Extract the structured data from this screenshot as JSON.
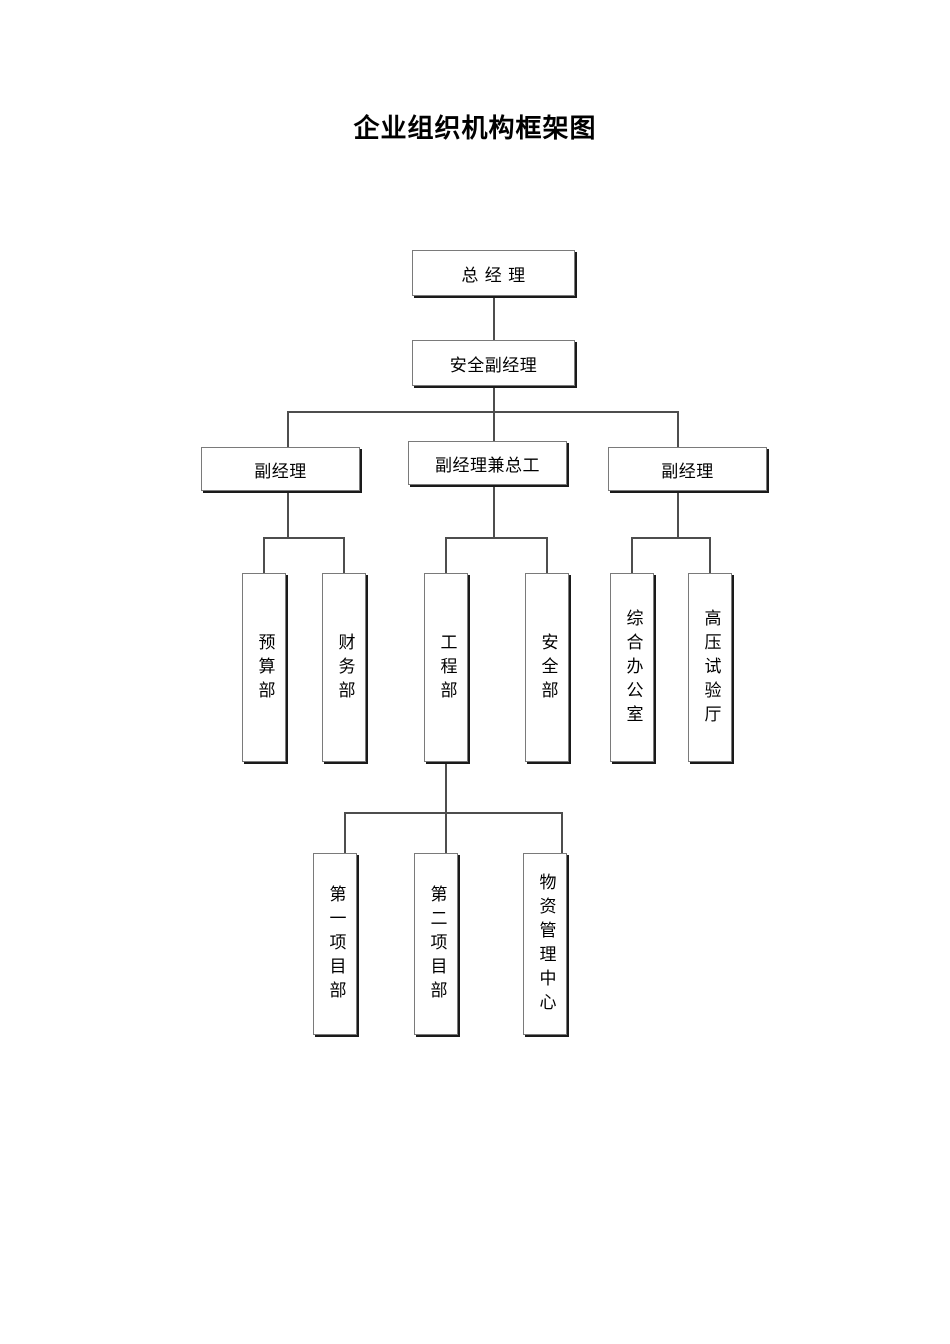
{
  "document": {
    "title": "企业组织机构框架图"
  },
  "chart_data": {
    "type": "diagram",
    "diagram_kind": "organization-chart",
    "title": "企业组织机构框架图",
    "orientation": "top-down",
    "nodes": [
      {
        "id": "gm",
        "label": "总 经 理",
        "level": 0,
        "text_layout": "horizontal"
      },
      {
        "id": "safety_vp",
        "label": "安全副经理",
        "level": 1,
        "text_layout": "horizontal"
      },
      {
        "id": "vp_left",
        "label": "副经理",
        "level": 2,
        "text_layout": "horizontal"
      },
      {
        "id": "vp_mid",
        "label": "副经理兼总工",
        "level": 2,
        "text_layout": "horizontal"
      },
      {
        "id": "vp_right",
        "label": "副经理",
        "level": 2,
        "text_layout": "horizontal"
      },
      {
        "id": "budget",
        "label": "预算部",
        "level": 3,
        "text_layout": "vertical"
      },
      {
        "id": "finance",
        "label": "财务部",
        "level": 3,
        "text_layout": "vertical"
      },
      {
        "id": "engineer",
        "label": "工程部",
        "level": 3,
        "text_layout": "vertical"
      },
      {
        "id": "safety",
        "label": "安全部",
        "level": 3,
        "text_layout": "vertical"
      },
      {
        "id": "gen_office",
        "label": "综合办公室",
        "level": 3,
        "text_layout": "vertical"
      },
      {
        "id": "hv_lab",
        "label": "高压试验厅",
        "level": 3,
        "text_layout": "vertical"
      },
      {
        "id": "project1",
        "label": "第一项目部",
        "level": 4,
        "text_layout": "vertical"
      },
      {
        "id": "project2",
        "label": "第二项目部",
        "level": 4,
        "text_layout": "vertical"
      },
      {
        "id": "materials",
        "label": "物资管理中心",
        "level": 4,
        "text_layout": "vertical"
      }
    ],
    "edges": [
      {
        "from": "gm",
        "to": "safety_vp"
      },
      {
        "from": "safety_vp",
        "to": "vp_left"
      },
      {
        "from": "safety_vp",
        "to": "vp_mid"
      },
      {
        "from": "safety_vp",
        "to": "vp_right"
      },
      {
        "from": "vp_left",
        "to": "budget"
      },
      {
        "from": "vp_left",
        "to": "finance"
      },
      {
        "from": "vp_mid",
        "to": "engineer"
      },
      {
        "from": "vp_mid",
        "to": "safety"
      },
      {
        "from": "vp_right",
        "to": "gen_office"
      },
      {
        "from": "vp_right",
        "to": "hv_lab"
      },
      {
        "from": "engineer",
        "to": "project1"
      },
      {
        "from": "engineer",
        "to": "project2"
      },
      {
        "from": "engineer",
        "to": "materials"
      }
    ],
    "colors": {
      "background": "#ffffff",
      "box_border": "#7a7a7a",
      "box_shadow": "#1a1a1a",
      "connector": "#4d4d4d",
      "text": "#000000"
    }
  }
}
